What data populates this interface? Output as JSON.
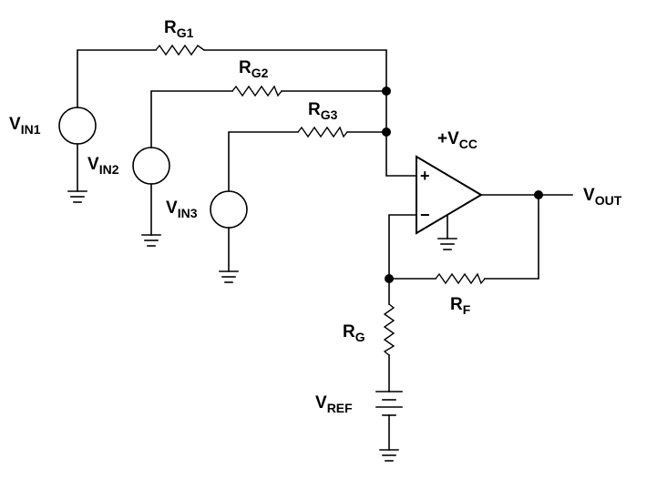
{
  "labels": {
    "rg1": {
      "main": "R",
      "sub": "G1"
    },
    "rg2": {
      "main": "R",
      "sub": "G2"
    },
    "rg3": {
      "main": "R",
      "sub": "G3"
    },
    "vin1": {
      "main": "V",
      "sub": "IN1"
    },
    "vin2": {
      "main": "V",
      "sub": "IN2"
    },
    "vin3": {
      "main": "V",
      "sub": "IN3"
    },
    "vcc": {
      "main": "+V",
      "sub": "CC"
    },
    "vout": {
      "main": "V",
      "sub": "OUT"
    },
    "rf": {
      "main": "R",
      "sub": "F"
    },
    "rg": {
      "main": "R",
      "sub": "G"
    },
    "vref": {
      "main": "V",
      "sub": "REF"
    }
  },
  "opamp": {
    "plus": "+",
    "minus": "−"
  }
}
